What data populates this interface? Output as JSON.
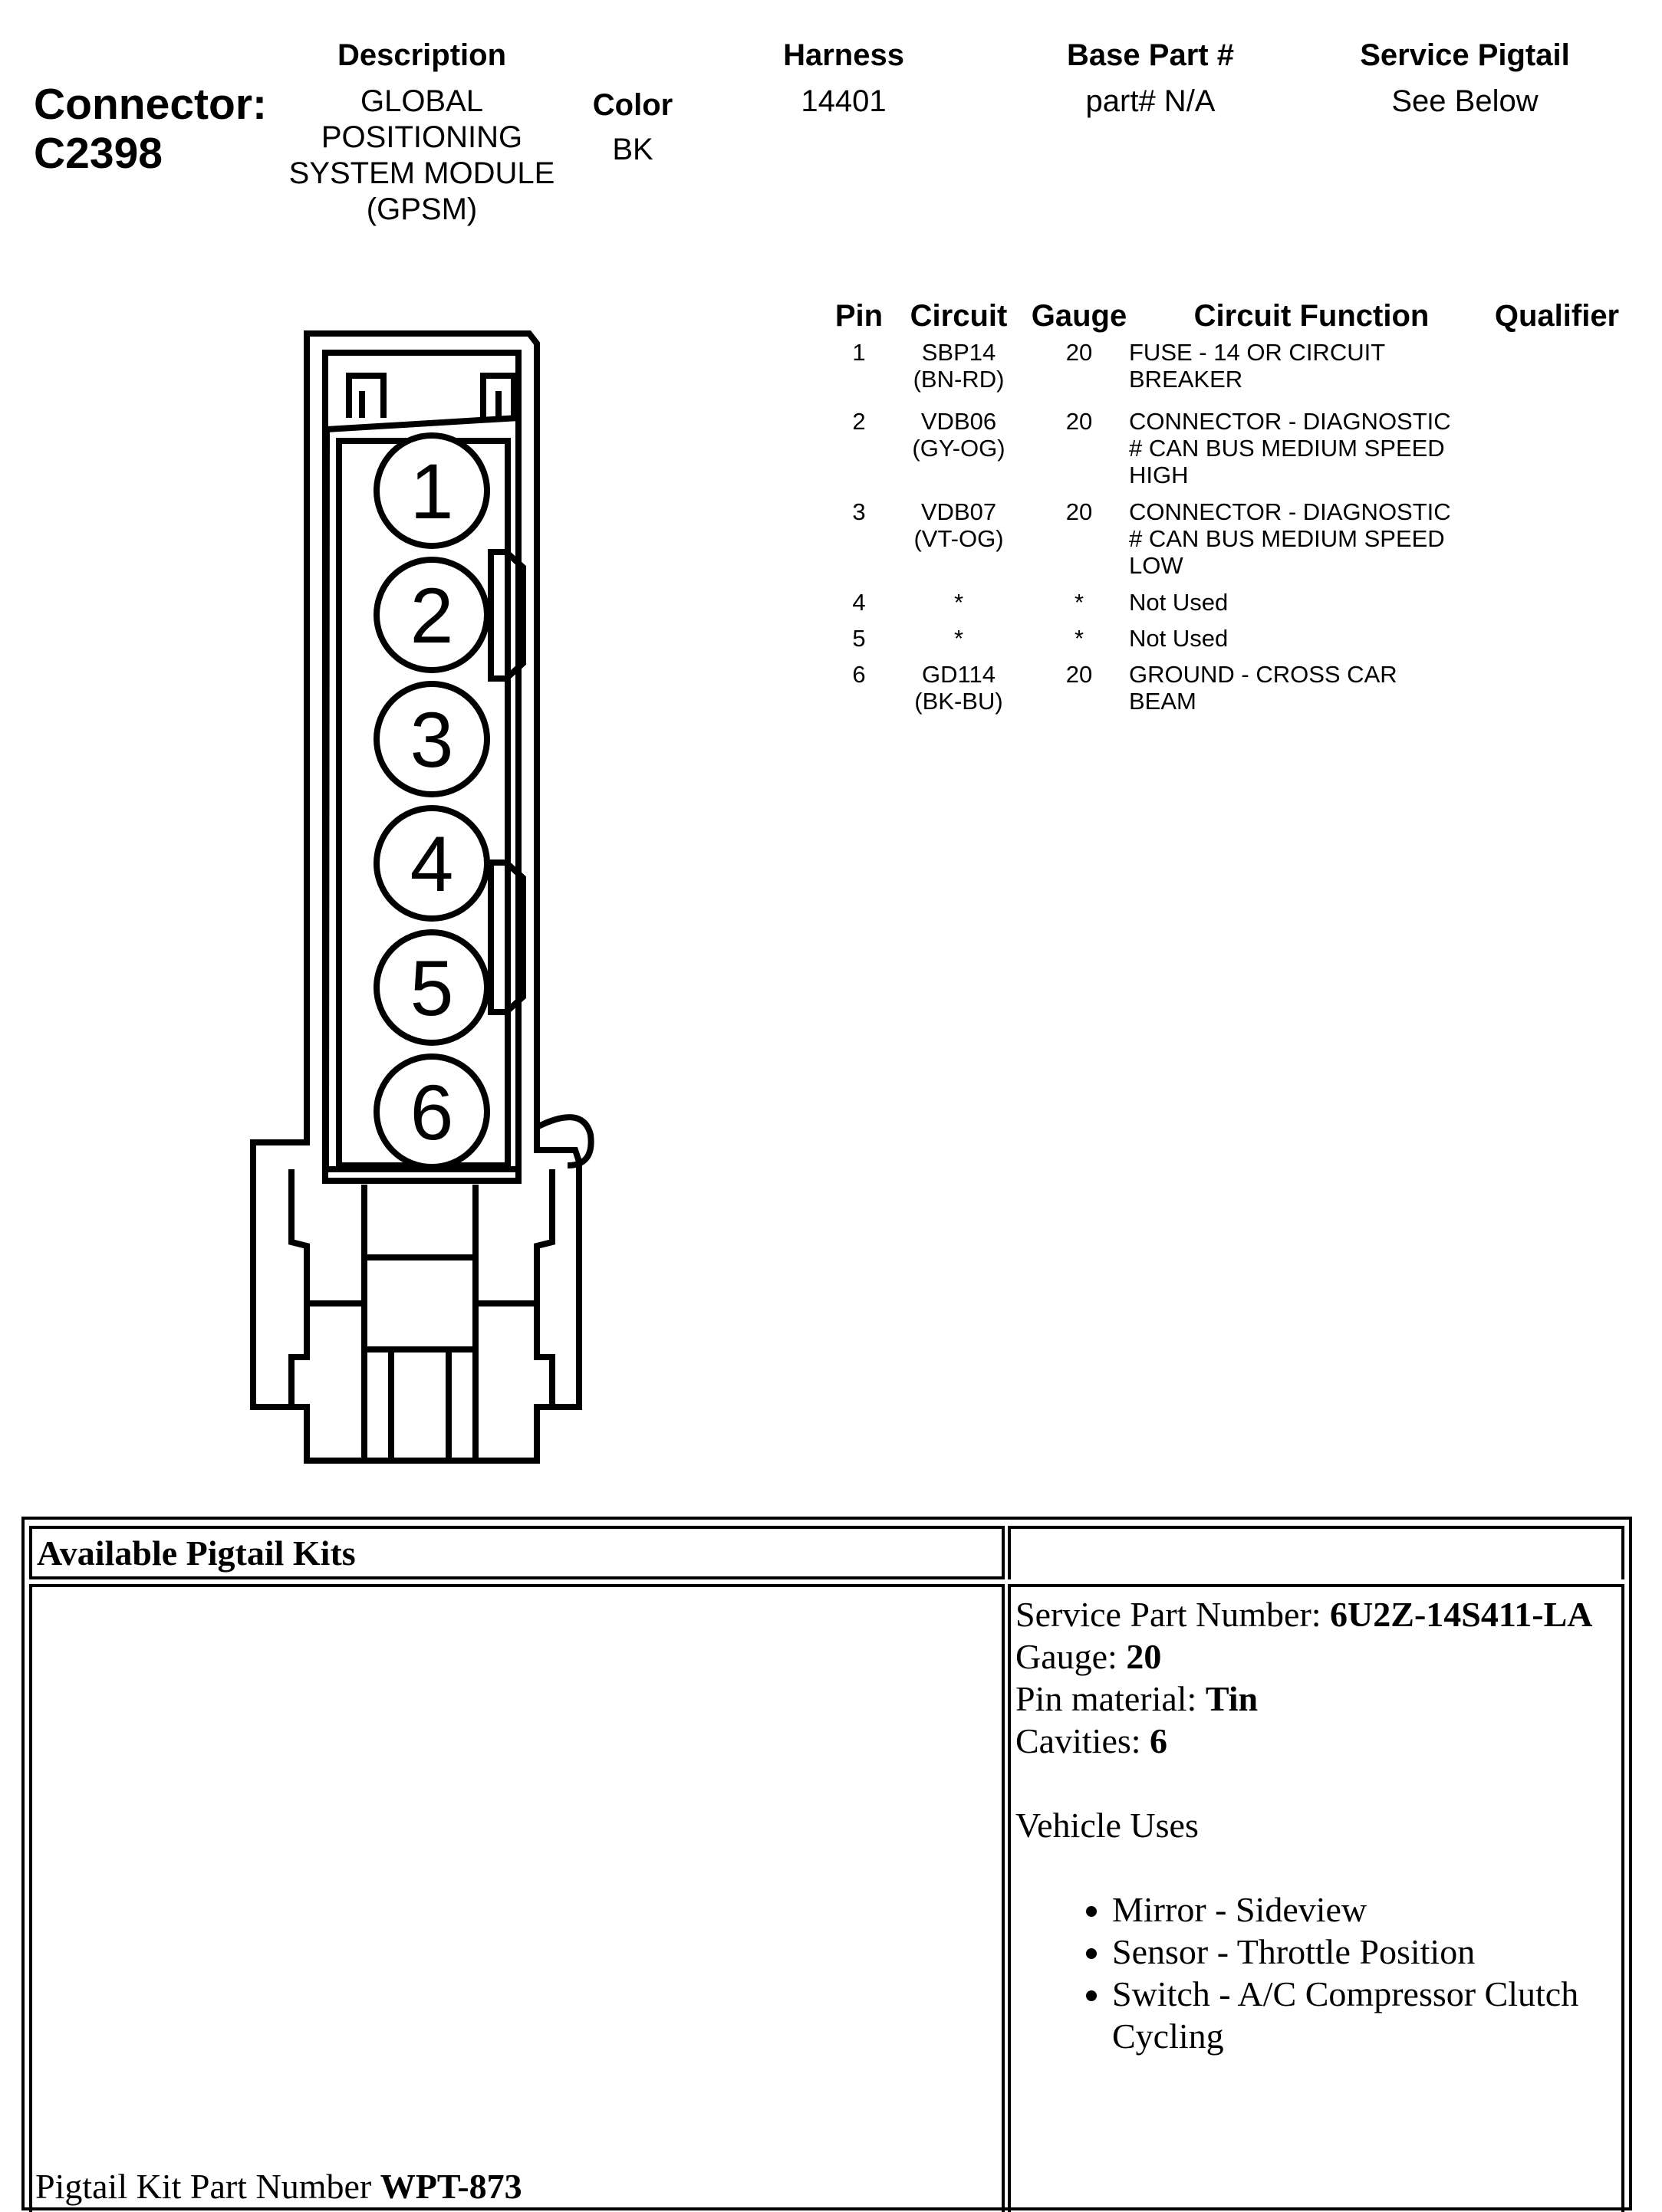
{
  "connector": {
    "label": "Connector:",
    "id": "C2398"
  },
  "header": {
    "description_label": "Description",
    "description_value": "GLOBAL POSITIONING SYSTEM MODULE (GPSM)",
    "color_label": "Color",
    "color_value": "BK",
    "harness_label": "Harness",
    "harness_value": "14401",
    "base_part_label": "Base Part #",
    "base_part_value": "part# N/A",
    "service_pigtail_label": "Service Pigtail",
    "service_pigtail_value": "See Below"
  },
  "pin_table": {
    "columns": [
      "Pin",
      "Circuit",
      "Gauge",
      "Circuit Function",
      "Qualifier"
    ],
    "rows": [
      {
        "pin": "1",
        "circuit": "SBP14",
        "circuit_color": "(BN-RD)",
        "gauge": "20",
        "function": "FUSE - 14 OR CIRCUIT BREAKER",
        "qualifier": ""
      },
      {
        "pin": "2",
        "circuit": "VDB06",
        "circuit_color": "(GY-OG)",
        "gauge": "20",
        "function": "CONNECTOR - DIAGNOSTIC # CAN BUS MEDIUM SPEED HIGH",
        "qualifier": ""
      },
      {
        "pin": "3",
        "circuit": "VDB07",
        "circuit_color": "(VT-OG)",
        "gauge": "20",
        "function": "CONNECTOR - DIAGNOSTIC # CAN BUS MEDIUM SPEED LOW",
        "qualifier": ""
      },
      {
        "pin": "4",
        "circuit": "*",
        "circuit_color": "",
        "gauge": "*",
        "function": "Not Used",
        "qualifier": ""
      },
      {
        "pin": "5",
        "circuit": "*",
        "circuit_color": "",
        "gauge": "*",
        "function": "Not Used",
        "qualifier": ""
      },
      {
        "pin": "6",
        "circuit": "GD114",
        "circuit_color": "(BK-BU)",
        "gauge": "20",
        "function": "GROUND - CROSS CAR BEAM",
        "qualifier": ""
      }
    ]
  },
  "diagram": {
    "pin_labels": [
      "1",
      "2",
      "3",
      "4",
      "5",
      "6"
    ]
  },
  "pigtail": {
    "title": "Available Pigtail Kits",
    "kit_label": "Pigtail Kit Part Number",
    "kit_number": "WPT-873",
    "service_part_label": "Service Part Number:",
    "service_part_value": "6U2Z-14S411-LA",
    "gauge_label": "Gauge:",
    "gauge_value": "20",
    "pin_material_label": "Pin material:",
    "pin_material_value": "Tin",
    "cavities_label": "Cavities:",
    "cavities_value": "6",
    "vehicle_uses_label": "Vehicle Uses",
    "vehicle_uses": [
      "Mirror - Sideview",
      "Sensor - Throttle Position",
      "Switch - A/C Compressor Clutch Cycling"
    ]
  }
}
